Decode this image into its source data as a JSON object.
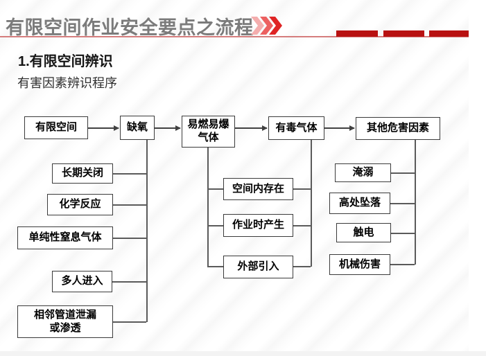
{
  "header": {
    "title": "有限空间作业安全要点之流程",
    "chevrons_icon": "triple-chevron-right"
  },
  "section": {
    "heading": "1.有限空间辨识",
    "subheading": "有害因素辨识程序"
  },
  "flowchart": {
    "main_chain": [
      {
        "label": "有限空间"
      },
      {
        "label": "缺氧"
      },
      {
        "label": "易燃易爆\n气体"
      },
      {
        "label": "有毒气体"
      },
      {
        "label": "其他危害因素"
      }
    ],
    "oxygen_causes": [
      {
        "label": "长期关闭"
      },
      {
        "label": "化学反应"
      },
      {
        "label": "单纯性窒息气体"
      },
      {
        "label": "多人进入"
      },
      {
        "label": "相邻管道泄漏\n或渗透"
      }
    ],
    "gas_sources": [
      {
        "label": "空间内存在"
      },
      {
        "label": "作业时产生"
      },
      {
        "label": "外部引入"
      }
    ],
    "other_hazards": [
      {
        "label": "淹溺"
      },
      {
        "label": "高处坠落"
      },
      {
        "label": "触电"
      },
      {
        "label": "机械伤害"
      }
    ]
  },
  "colors": {
    "accent_dark_red": "#b81111",
    "divider_red": "#d57d7d",
    "title_gray": "#7b7b7b",
    "box_border": "#3a3a3a",
    "connector_gray": "#5a5a5a"
  }
}
